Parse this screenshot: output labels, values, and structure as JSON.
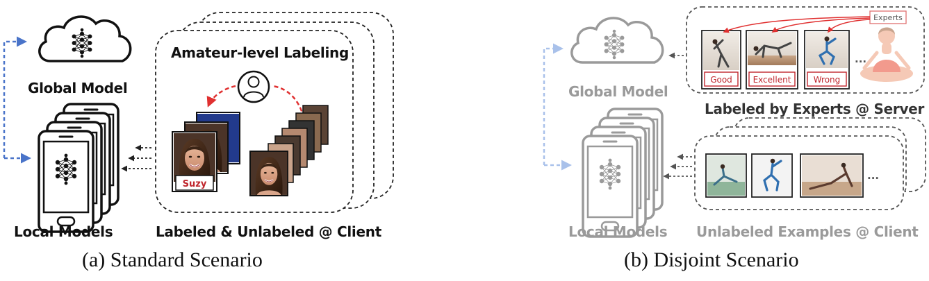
{
  "standard": {
    "global_model_label": "Global Model",
    "local_models_label": "Local Models",
    "amateur_label": "Amateur-level Labeling",
    "client_label": "Labeled & Unlabeled @ Client",
    "face_tag": "Suzy",
    "caption": "(a) Standard Scenario"
  },
  "disjoint": {
    "global_model_label": "Global Model",
    "local_models_label": "Local Models",
    "experts_tag": "Experts",
    "yoga_tags": [
      "Good",
      "Excellent",
      "Wrong"
    ],
    "ellipsis": "...",
    "server_label": "Labeled by Experts @ Server",
    "client_label": "Unlabeled Examples @ Client",
    "caption": "(b) Disjoint Scenario"
  },
  "colors": {
    "blue_arrow": "#4a74c9",
    "light_blue_arrow": "#a9c1ea",
    "red_arrow": "#e03030",
    "label_red": "#c0262d",
    "gray": "#9a9a9a"
  }
}
